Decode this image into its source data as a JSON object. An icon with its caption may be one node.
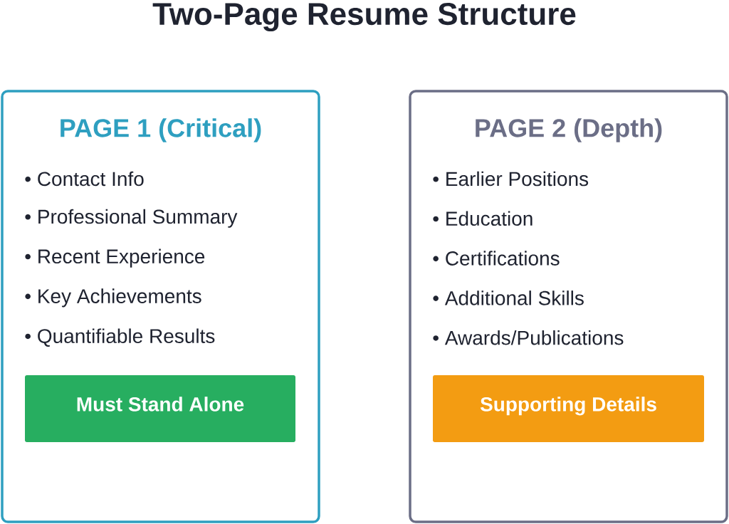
{
  "diagram": {
    "title": "Two-Page Resume Structure",
    "nodes": [
      {
        "text": [
          "PAGE 1 (Critical)",
          "• Contact Info",
          "• Professional Summary",
          "• Recent Experience",
          "• Key Achievements",
          "• Quantifiable Results"
        ]
      },
      {
        "text": [
          "Must Stand Alone"
        ],
        "in": 0
      },
      {
        "text": [
          "PAGE 2 (Depth)",
          "• Earlier Positions",
          "• Education",
          "• Certifications",
          "• Additional Skills",
          "• Awards/Publications"
        ]
      },
      {
        "text": [
          "Supporting Details"
        ],
        "in": 2
      }
    ]
  }
}
